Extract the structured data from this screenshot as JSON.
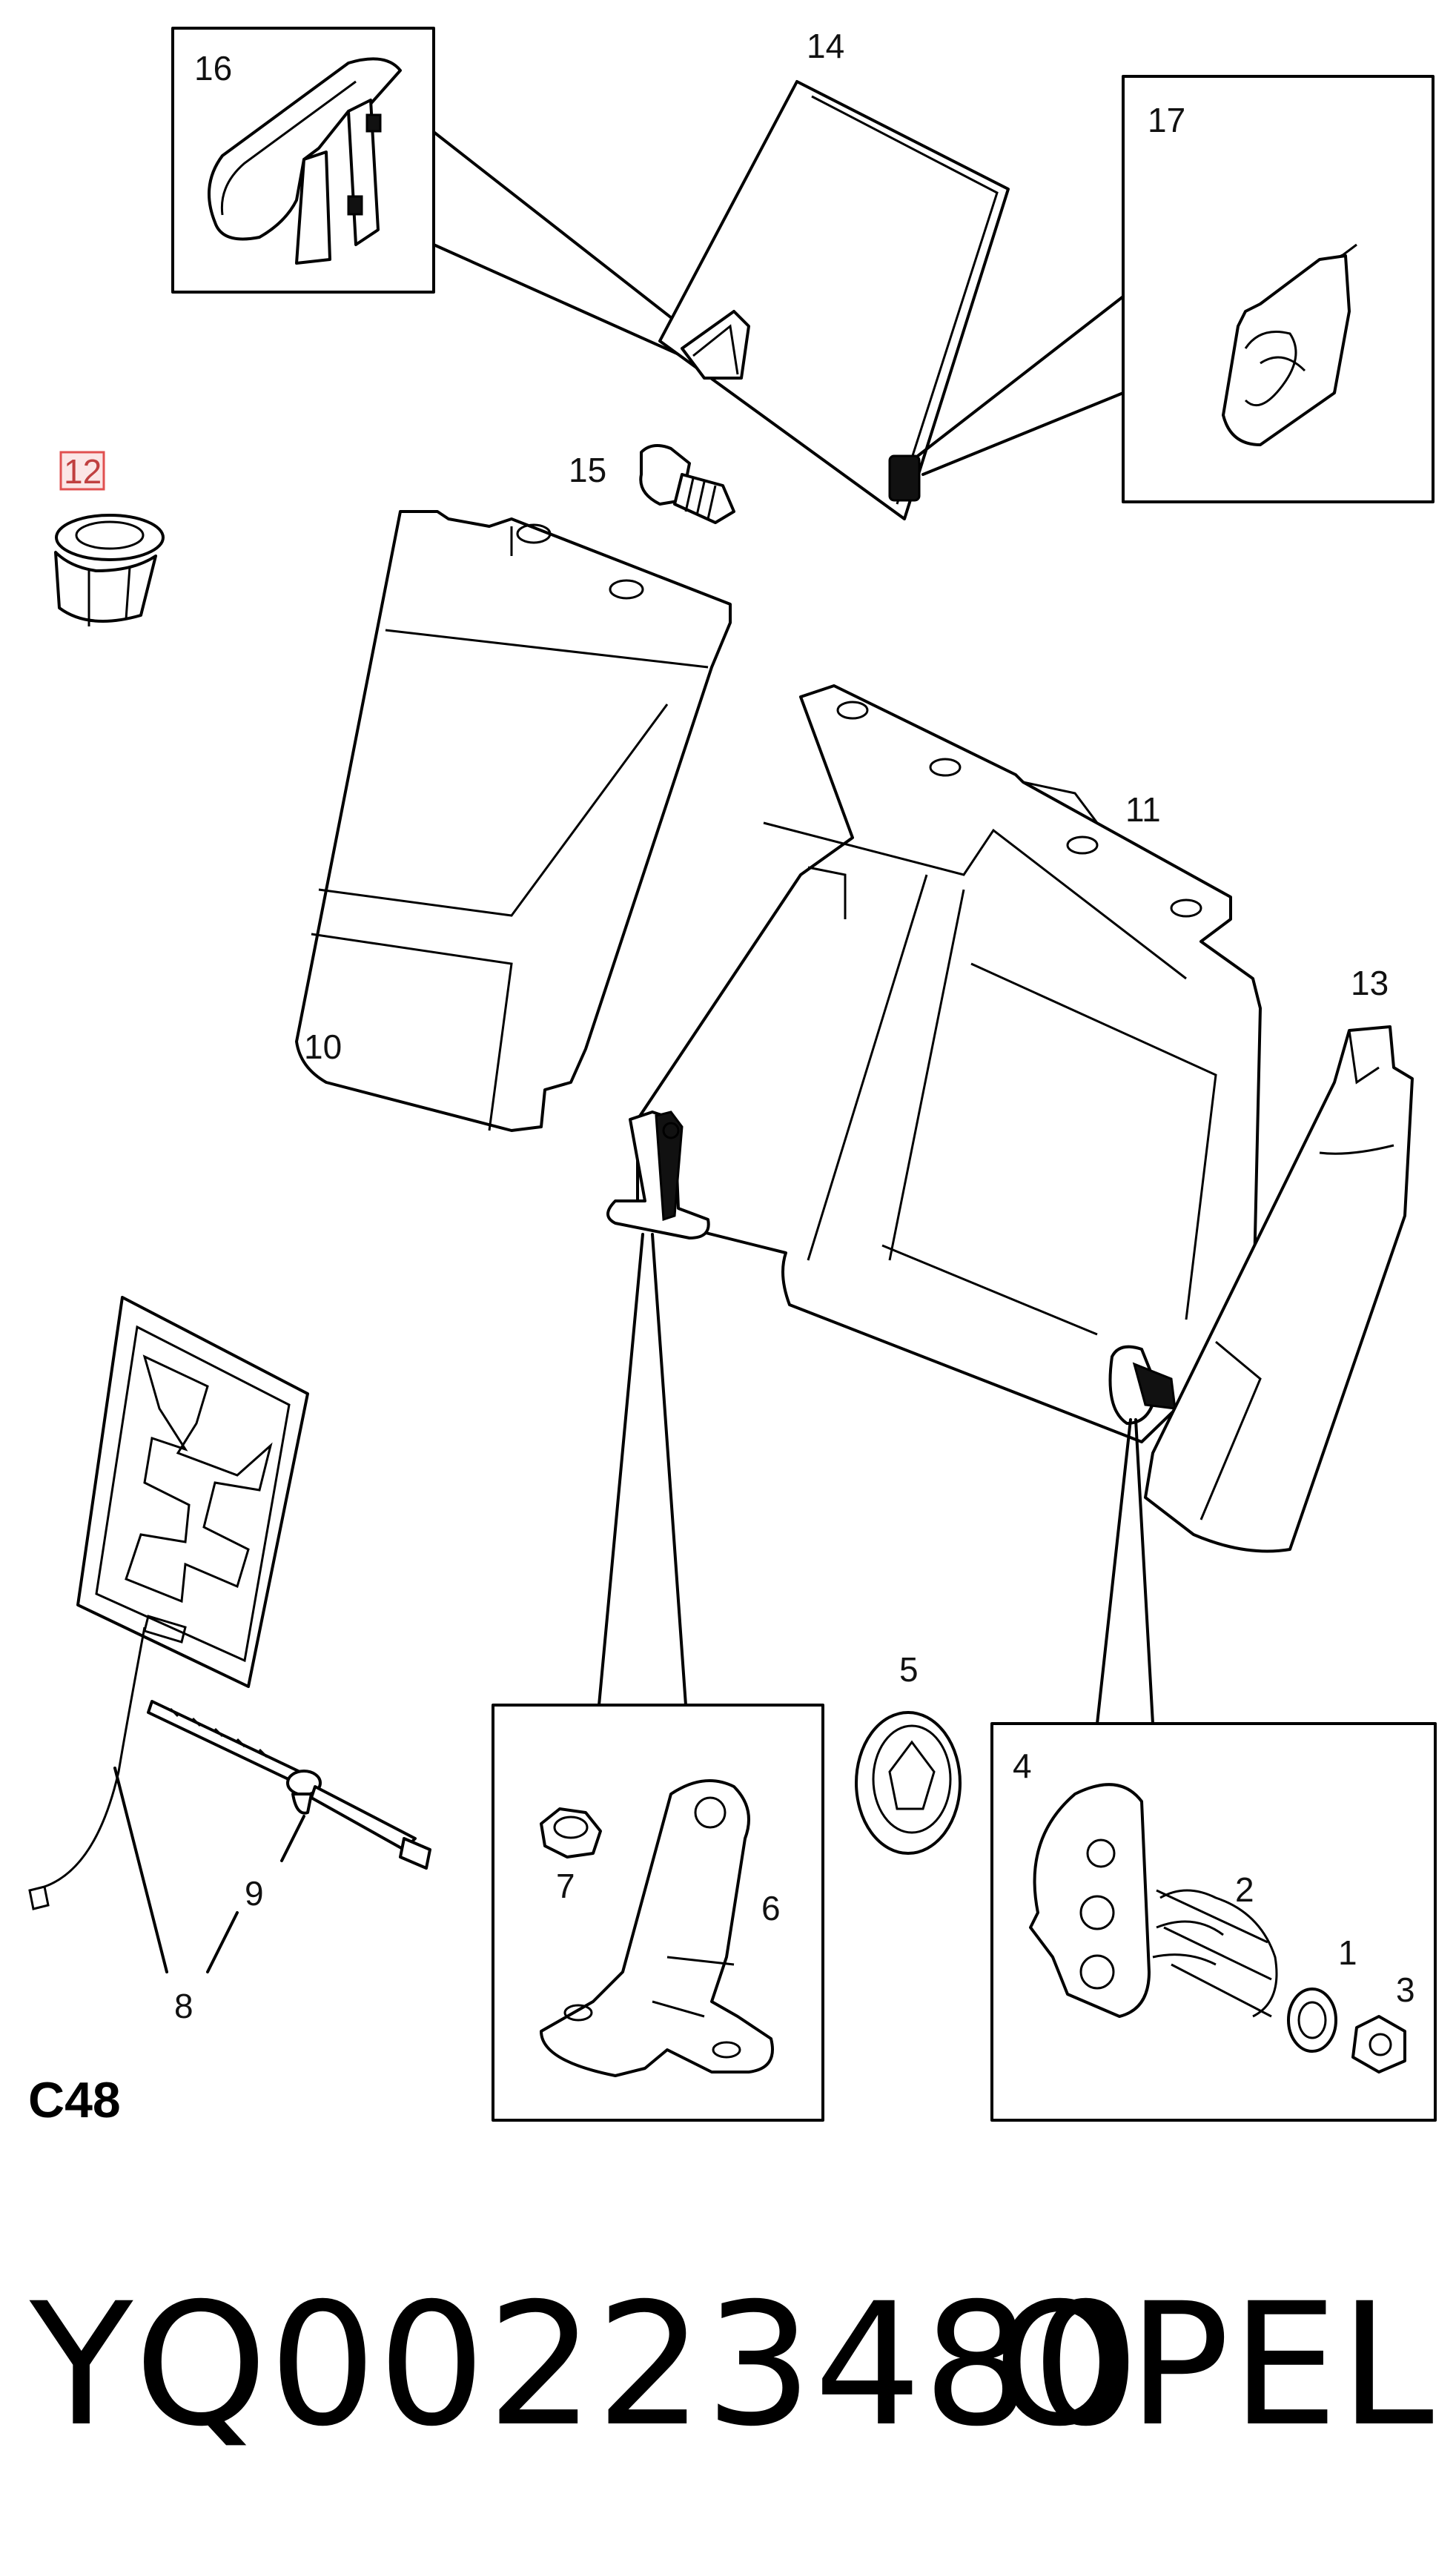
{
  "diagram": {
    "callouts": {
      "p1": "1",
      "p2": "2",
      "p3": "3",
      "p4": "4",
      "p5": "5",
      "p6": "6",
      "p7": "7",
      "p8": "8",
      "p9": "9",
      "p10": "10",
      "p11": "11",
      "p12": "12",
      "p13": "13",
      "p14": "14",
      "p15": "15",
      "p16": "16",
      "p17": "17"
    },
    "section_code": "C48",
    "highlighted_callout": "12",
    "highlight_color": "#e05050"
  },
  "footer": {
    "part_number": "YQ00223480",
    "brand": "OPEL"
  }
}
